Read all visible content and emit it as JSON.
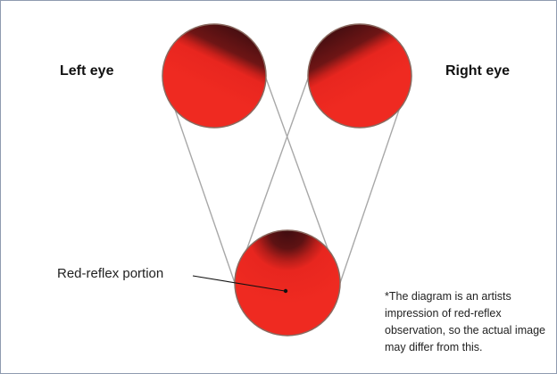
{
  "labels": {
    "left_eye": "Left eye",
    "right_eye": "Right eye",
    "portion": "Red-reflex portion"
  },
  "footnote": "*The diagram is an artists impression of red-reflex observation, so the actual image may differ from this.",
  "colors": {
    "reflex_red": "#e8261f",
    "shadow_dark": "#4a0f12",
    "outline": "#8a6a60",
    "connector": "#a8a8a8",
    "frame_border": "#8f9bb0"
  }
}
